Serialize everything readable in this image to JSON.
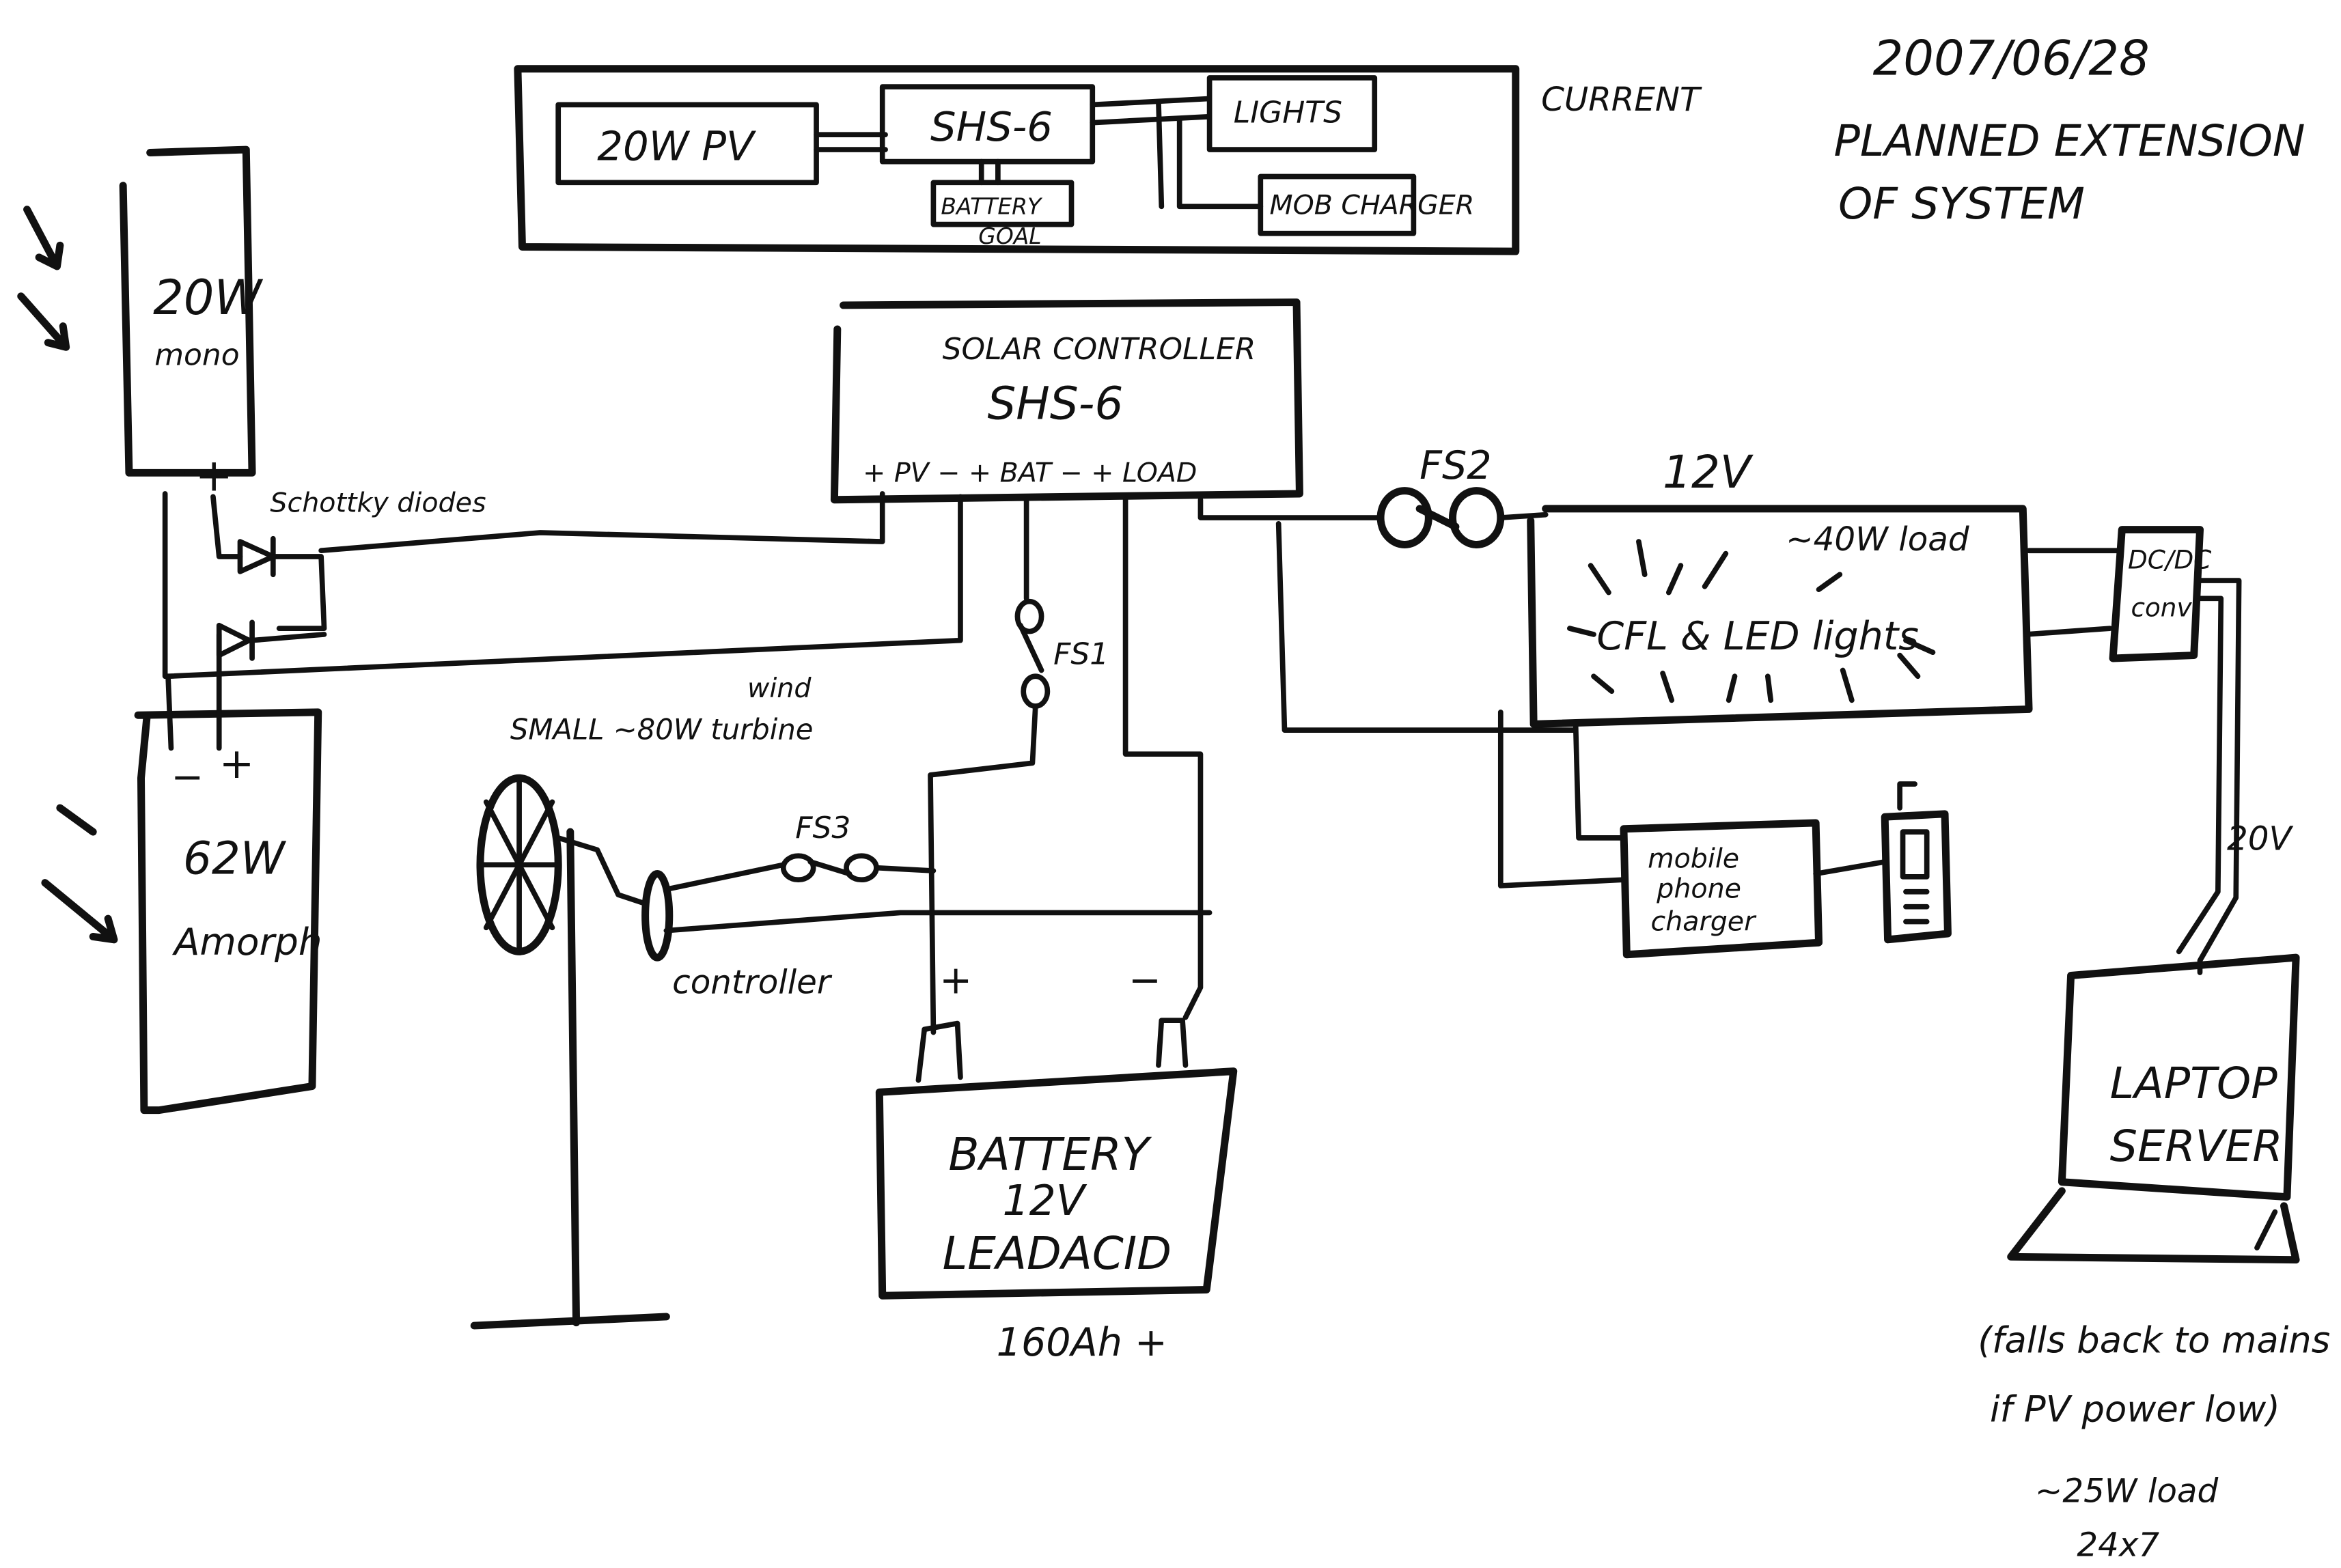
{
  "header": {
    "date": "2007/06/28",
    "title_line1": "PLANNED EXTENSION",
    "title_line2": "OF SYSTEM"
  },
  "current_system": {
    "label": "CURRENT",
    "pv": "20W PV",
    "controller": "SHS-6",
    "battery": "BATTERY",
    "battery_sub": "GOAL",
    "lights": "LIGHTS",
    "mob_charger": "MOB CHARGER"
  },
  "panels": {
    "mono_watts": "20W",
    "mono_type": "mono",
    "amorph_watts": "62W",
    "amorph_type": "Amorph",
    "minus": "−",
    "plus": "+"
  },
  "diodes": {
    "label": "Schottky diodes"
  },
  "controller": {
    "title": "SOLAR CONTROLLER",
    "model": "SHS-6",
    "terminals": "+ PV  −  + BAT  −  + LOAD"
  },
  "fuses": {
    "fs1": "FS1",
    "fs2": "FS2",
    "fs3": "FS3"
  },
  "turbine": {
    "label_main": "SMALL ~80W turbine",
    "label_extra": "wind",
    "controller": "controller"
  },
  "battery": {
    "line1": "BATTERY",
    "line2": "12V",
    "line3": "LEADACID",
    "capacity": "160Ah +",
    "plus": "+",
    "minus": "−"
  },
  "bus": {
    "voltage": "12V"
  },
  "lights": {
    "load": "~40W load",
    "label": "CFL & LED lights"
  },
  "dcdc": {
    "label1": "DC/DC",
    "label2": "conv"
  },
  "phone_charger": {
    "line1": "mobile",
    "line2": "phone",
    "line3": "charger"
  },
  "laptop": {
    "line1": "LAPTOP",
    "line2": "SERVER",
    "voltage": "20V",
    "note_line1": "(falls back to mains",
    "note_line2": "if PV power low)",
    "load_line1": "~25W load",
    "load_line2": "24x7"
  }
}
